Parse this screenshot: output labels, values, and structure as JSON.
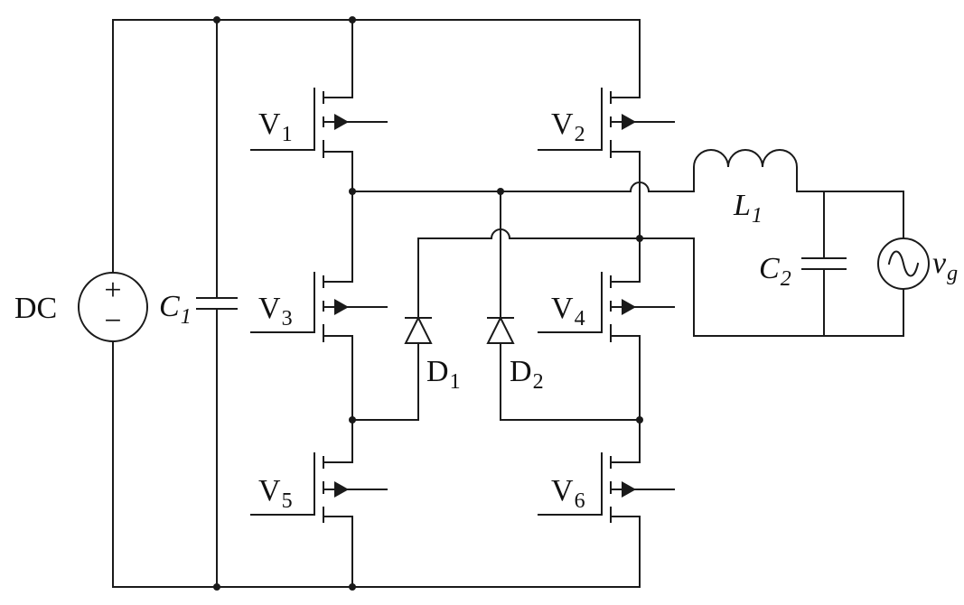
{
  "labels": {
    "dc": "DC",
    "dc_plus": "+",
    "dc_minus": "−",
    "c1": {
      "main": "C",
      "sub": "1"
    },
    "c2": {
      "main": "C",
      "sub": "2"
    },
    "l1": {
      "main": "L",
      "sub": "1"
    },
    "vg": {
      "main": "v",
      "sub": "g"
    },
    "d1": {
      "main": "D",
      "sub": "1"
    },
    "d2": {
      "main": "D",
      "sub": "2"
    },
    "v1": {
      "main": "V",
      "sub": "1"
    },
    "v2": {
      "main": "V",
      "sub": "2"
    },
    "v3": {
      "main": "V",
      "sub": "3"
    },
    "v4": {
      "main": "V",
      "sub": "4"
    },
    "v5": {
      "main": "V",
      "sub": "5"
    },
    "v6": {
      "main": "V",
      "sub": "6"
    }
  },
  "colors": {
    "line": "#1a1a1a",
    "background": "#ffffff"
  }
}
